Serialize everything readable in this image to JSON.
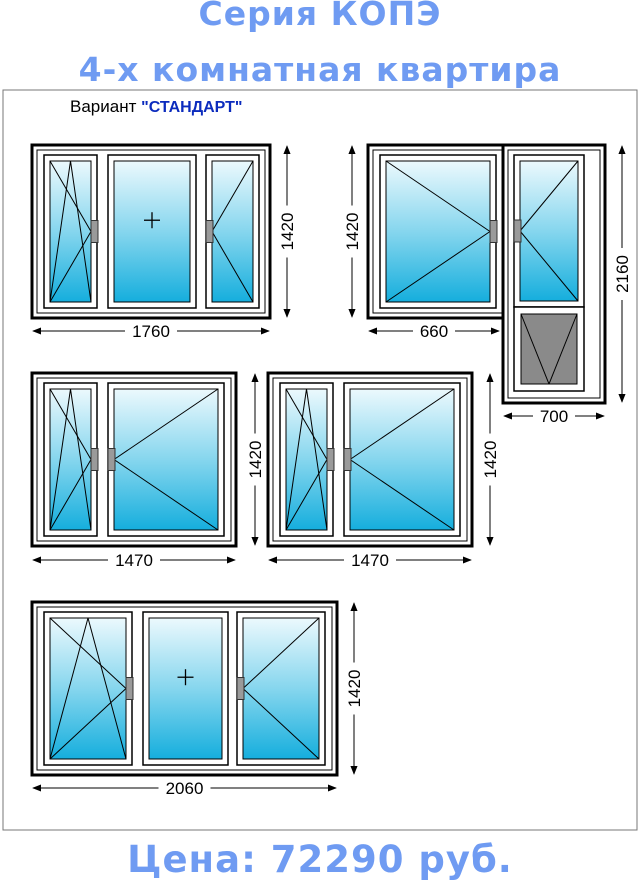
{
  "header": {
    "series": "Серия КОПЭ",
    "apartment": "4-х комнатная квартира"
  },
  "variant": {
    "label": "Вариант",
    "name": "\"СТАНДАРТ\""
  },
  "windows": [
    {
      "id": "w1",
      "width": "1760",
      "height": "1420"
    },
    {
      "id": "w2",
      "width": "660",
      "height": "1420"
    },
    {
      "id": "w2door",
      "width": "700",
      "height": "2160"
    },
    {
      "id": "w3",
      "width": "1470",
      "height": "1420"
    },
    {
      "id": "w4",
      "width": "1470",
      "height": "1420"
    },
    {
      "id": "w5",
      "width": "2060",
      "height": "1420"
    }
  ],
  "footer": {
    "price": "Цена: 72290 руб."
  },
  "colors": {
    "title": "#6f9bf2",
    "variant_name": "#0b2bbd",
    "glass_top": "#e8f8fc",
    "glass_bottom": "#1bb3e0",
    "door_panel": "#8a8a8a"
  }
}
